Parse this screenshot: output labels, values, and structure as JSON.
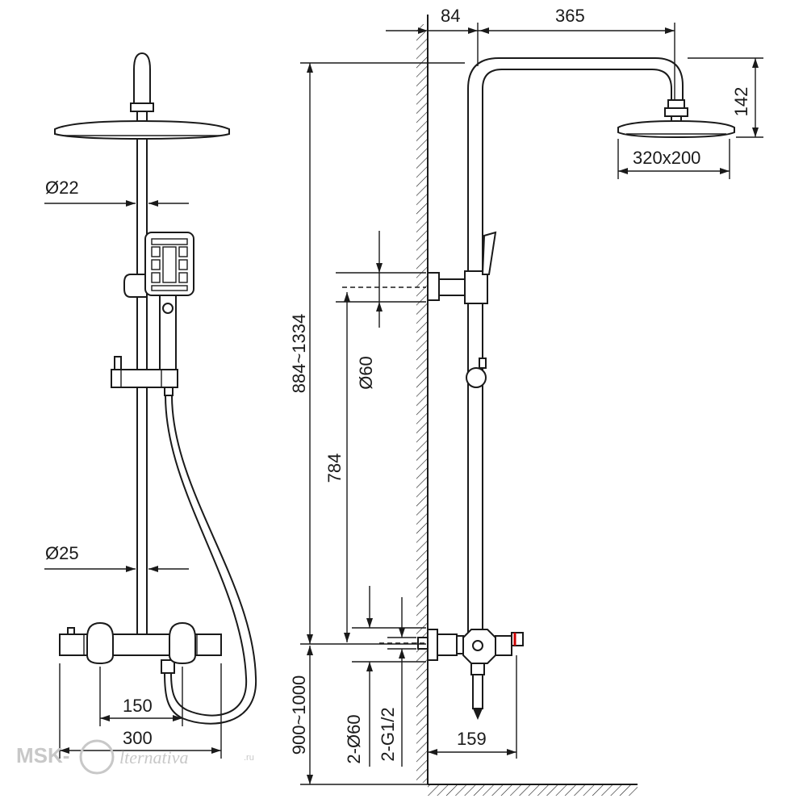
{
  "dimensions": {
    "wall_offset": "84",
    "arm_length": "365",
    "head_height": "142",
    "head_size": "320x200",
    "pipe_diameter_top": "Ø22",
    "pipe_diameter_bottom": "Ø25",
    "flange_diameter": "Ø60",
    "total_height": "884~1334",
    "bracket_height": "784",
    "install_height": "900~1000",
    "inlet_centers": "150",
    "mixer_width": "300",
    "mixer_depth": "159",
    "flange_count": "2-Ø60",
    "thread_count": "2-G1/2"
  },
  "watermark": {
    "left": "MSK-",
    "middle": "lternativa",
    "suffix": ".ru"
  }
}
